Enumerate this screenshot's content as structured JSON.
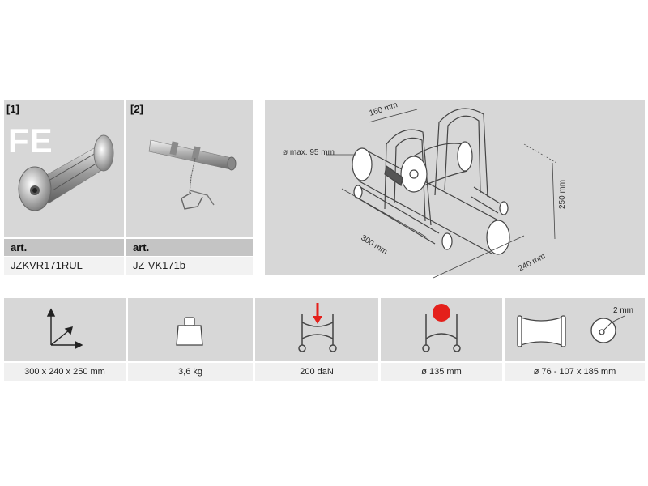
{
  "products": [
    {
      "tag": "[1]",
      "badge": "FE",
      "art_label": "art.",
      "code": "JZKVR171RUL"
    },
    {
      "tag": "[2]",
      "art_label": "art.",
      "code": "JZ-VK171b"
    }
  ],
  "drawing": {
    "dim_160": "160 mm",
    "dim_max95": "ø max. 95 mm",
    "dim_250": "250 mm",
    "dim_300": "300 mm",
    "dim_240": "240 mm"
  },
  "specs": [
    {
      "icon": "dimensions-axes-icon",
      "label": "300 x 240 x 250 mm"
    },
    {
      "icon": "weight-icon",
      "label": "3,6 kg"
    },
    {
      "icon": "load-arrow-roller-icon",
      "label": "200 daN"
    },
    {
      "icon": "cable-diameter-roller-icon",
      "label": "ø 135 mm"
    },
    {
      "icon": "roller-size-icon",
      "label": "ø 76 - 107 x 185 mm",
      "note": "2 mm"
    }
  ],
  "colors": {
    "panel": "#d7d7d7",
    "accent_red": "#e4201b"
  }
}
